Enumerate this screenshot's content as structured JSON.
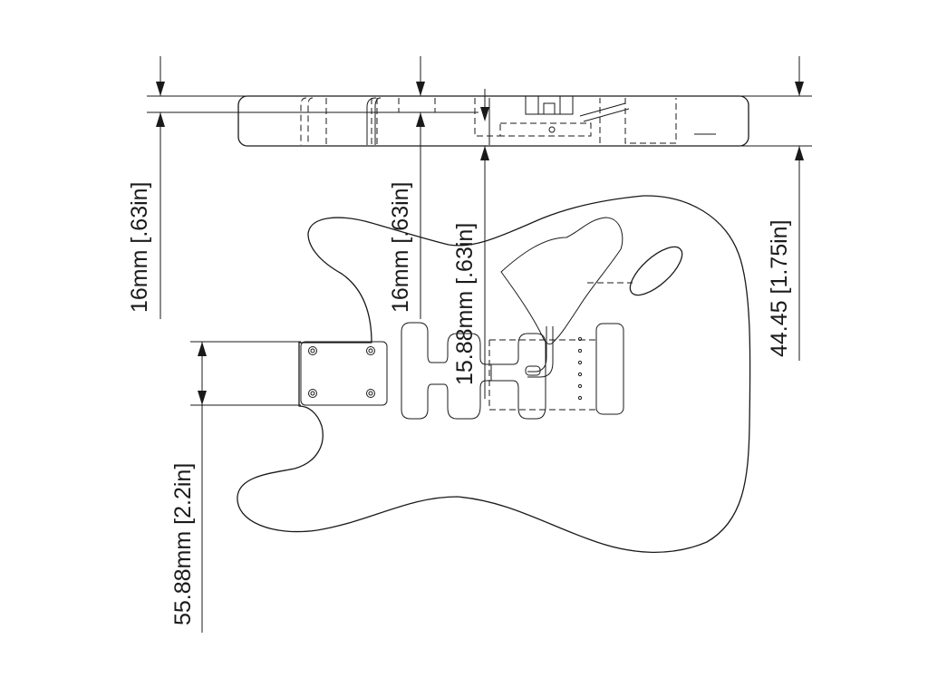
{
  "dimensions": {
    "side_thickness_a": "16mm [.63in]",
    "side_thickness_b": "16mm [.63in]",
    "pocket_depth": "15.88mm [.63in]",
    "body_thickness": "44.45 [1.75in]",
    "neck_pocket_width": "55.88mm [2.2in]"
  },
  "colors": {
    "line": "#1a1a1a",
    "background": "#ffffff"
  }
}
